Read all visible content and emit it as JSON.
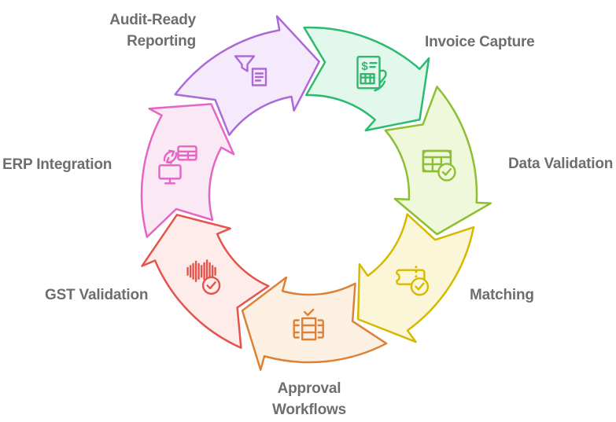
{
  "diagram": {
    "type": "cycle",
    "direction": "clockwise",
    "label_color": "#6e6e6e",
    "steps": [
      {
        "label": "Invoice Capture",
        "icon": "invoice-capture",
        "stroke": "#2db96e",
        "fill": "#e3f8ec"
      },
      {
        "label": "Data Validation",
        "icon": "data-validation",
        "stroke": "#8cbf33",
        "fill": "#f0f8dc"
      },
      {
        "label": "Matching",
        "icon": "matching",
        "stroke": "#d6ba00",
        "fill": "#faf6d7"
      },
      {
        "label": "Approval Workflows",
        "icon": "approval-workflows",
        "stroke": "#dd8136",
        "fill": "#fcf0e3"
      },
      {
        "label": "GST Validation",
        "icon": "gst-validation",
        "stroke": "#e4544b",
        "fill": "#fdecea"
      },
      {
        "label": "ERP Integration",
        "icon": "erp-integration",
        "stroke": "#e664c4",
        "fill": "#fae8f5"
      },
      {
        "label": "Audit-Ready Reporting",
        "icon": "audit-ready-reporting",
        "stroke": "#ac6ad8",
        "fill": "#f5eafb"
      }
    ]
  }
}
